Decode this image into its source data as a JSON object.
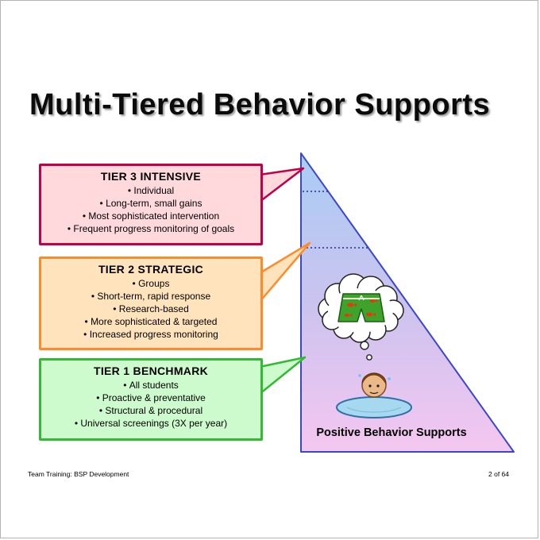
{
  "slide": {
    "title": "Multi-Tiered Behavior Supports",
    "caption": "Positive Behavior Supports",
    "footer": {
      "left": "Team Training: BSP Development",
      "page": "2 of 64"
    },
    "illustration_alt": "Boy chin-deep in water thinking of swim trunks"
  },
  "tiers": [
    {
      "title": "TIER 3 INTENSIVE",
      "bullets": [
        "Individual",
        "Long-term, small gains",
        "Most sophisticated intervention",
        "Frequent progress monitoring of goals"
      ]
    },
    {
      "title": "TIER 2 STRATEGIC",
      "bullets": [
        "Groups",
        "Short-term, rapid response",
        "Research-based",
        "More sophisticated & targeted",
        "Increased progress monitoring"
      ]
    },
    {
      "title": "TIER 1 BENCHMARK",
      "bullets": [
        "All students",
        "Proactive & preventative",
        "Structural & procedural",
        "Universal screenings (3X per year)"
      ]
    }
  ],
  "colors": {
    "tier3-fill": "#FFD9DC",
    "tier3-border": "#C00048",
    "tier2-fill": "#FFE3BC",
    "tier2-border": "#FF8A2A",
    "tier1-fill": "#CDFBCD",
    "tier1-border": "#33B933",
    "triangle-top": "#A9CDF4",
    "triangle-mid": "#CBC3EF",
    "triangle-bottom": "#F4C7F0",
    "triangle-border": "#3A47C8",
    "divider": "#24308F"
  }
}
